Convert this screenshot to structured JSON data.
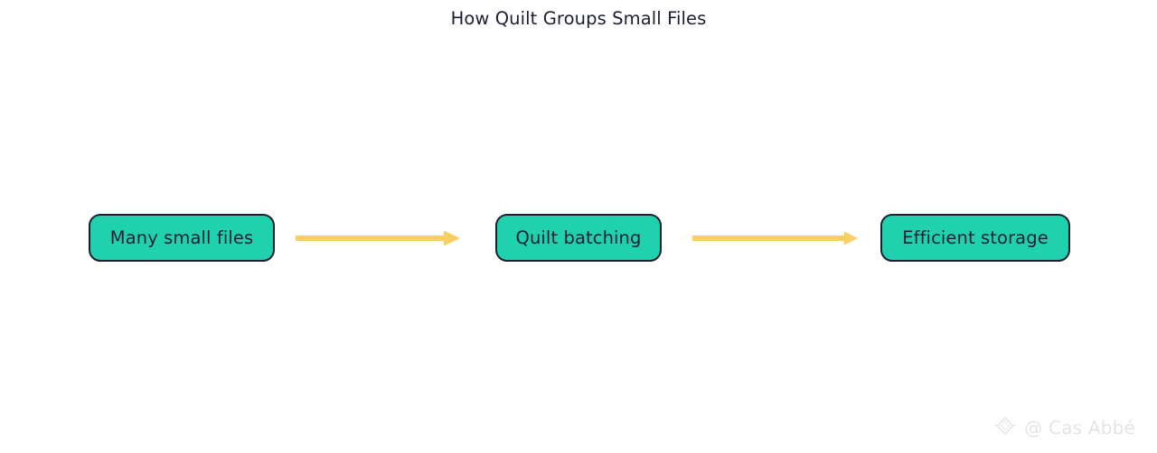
{
  "title": "How Quilt Groups Small Files",
  "colors": {
    "background": "#ffffff",
    "node_fill": "#1fd1af",
    "node_border": "#1b2030",
    "node_text": "#1b2030",
    "arrow": "#f9cf63",
    "title_text": "#1b2030",
    "watermark_text": "#d9dadf"
  },
  "flow": {
    "nodes": [
      {
        "label": "Many small files"
      },
      {
        "label": "Quilt batching"
      },
      {
        "label": "Efficient storage"
      }
    ],
    "arrows": [
      {
        "from": "Many small files",
        "to": "Quilt batching",
        "direction": "right"
      },
      {
        "from": "Quilt batching",
        "to": "Efficient storage",
        "direction": "right"
      }
    ]
  },
  "watermark": {
    "handle": "@ Cas Abbé",
    "logo_icon": "diamond-sparkle-icon"
  }
}
